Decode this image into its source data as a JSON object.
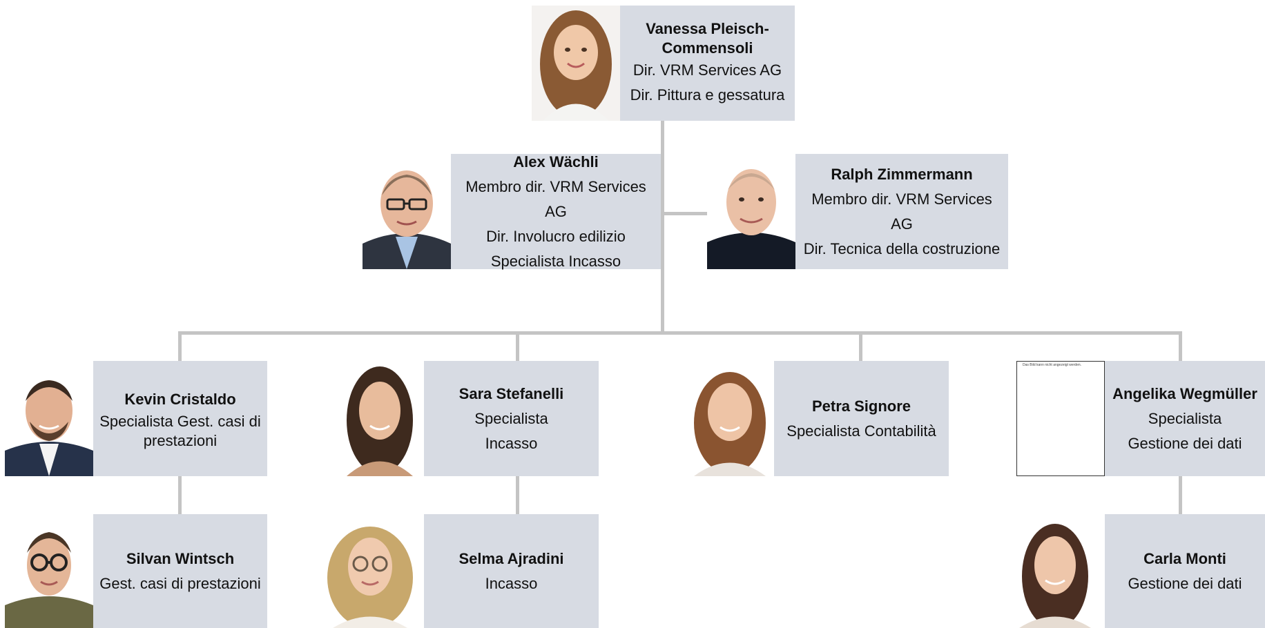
{
  "people": {
    "vanessa": {
      "name_line1": "Vanessa Pleisch-",
      "name_line2": "Commensoli",
      "line1": "Dir. VRM Services AG",
      "line2": "Dir. Pittura e gessatura"
    },
    "alex": {
      "name": "Alex Wächli",
      "line1": "Membro dir. VRM Services AG",
      "line2": "Dir. Involucro edilizio",
      "line3": "Specialista Incasso"
    },
    "ralph": {
      "name": "Ralph Zimmermann",
      "line1": "Membro dir. VRM Services AG",
      "line2": "Dir. Tecnica della costruzione"
    },
    "kevin": {
      "name": "Kevin Cristaldo",
      "line1": "Specialista Gest. casi di",
      "line2": "prestazioni"
    },
    "sara": {
      "name": "Sara Stefanelli",
      "line1": "Specialista",
      "line2": "Incasso"
    },
    "petra": {
      "name": "Petra Signore",
      "line1": "Specialista Contabilità"
    },
    "angelika": {
      "name": "Angelika Wegmüller",
      "line1": "Specialista",
      "line2": "Gestione dei dati",
      "photo_placeholder": "Das Bild kann nicht angezeigt werden."
    },
    "silvan": {
      "name": "Silvan Wintsch",
      "line1": "Gest. casi di prestazioni"
    },
    "selma": {
      "name": "Selma Ajradini",
      "line1": "Incasso"
    },
    "carla": {
      "name": "Carla Monti",
      "line1": "Gestione dei dati"
    }
  },
  "colors": {
    "card_bg": "#d7dbe3",
    "connector": "#c4c4c4"
  }
}
